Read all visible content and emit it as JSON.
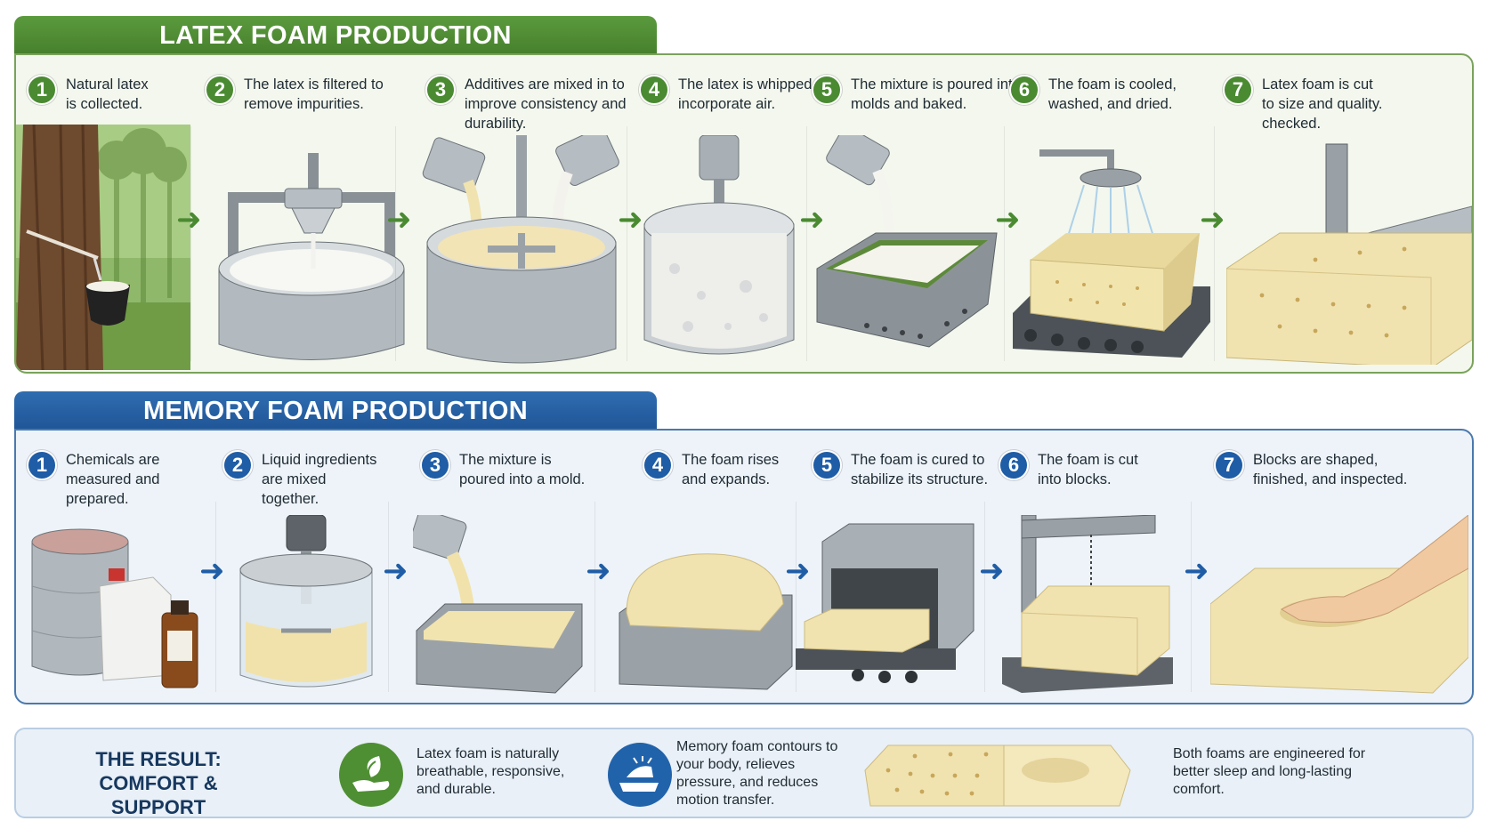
{
  "latex": {
    "title": "LATEX FOAM PRODUCTION",
    "steps": [
      {
        "num": "1",
        "text": "Natural latex is collected."
      },
      {
        "num": "2",
        "text": "The latex is filtered to remove impurities."
      },
      {
        "num": "3",
        "text": "Additives are mixed in to improve consistency and durability."
      },
      {
        "num": "4",
        "text": "The latex is whipped to incorporate air."
      },
      {
        "num": "5",
        "text": "The mixture is poured into molds and baked."
      },
      {
        "num": "6",
        "text": "The foam is cooled, washed, and dried."
      },
      {
        "num": "7",
        "text": "Latex foam is cut to size and quality. checked."
      }
    ]
  },
  "memory": {
    "title": "MEMORY FOAM PRODUCTION",
    "steps": [
      {
        "num": "1",
        "text": "Chemicals are measured and prepared."
      },
      {
        "num": "2",
        "text": "Liquid ingredients are mixed together."
      },
      {
        "num": "3",
        "text": "The mixture is poured into a mold."
      },
      {
        "num": "4",
        "text": "The foam rises and expands."
      },
      {
        "num": "5",
        "text": "The foam is cured to stabilize its structure."
      },
      {
        "num": "6",
        "text": "The foam is cut into blocks."
      },
      {
        "num": "7",
        "text": "Blocks are shaped, finished, and inspected."
      }
    ]
  },
  "result": {
    "title_line1": "THE RESULT:",
    "title_line2": "COMFORT & SUPPORT",
    "latex_text": "Latex foam is naturally breathable, responsive, and durable.",
    "memory_text": "Memory foam contours to your body, relieves pressure, and reduces motion transfer.",
    "both_text": "Both foams are engineered for better sleep and long-lasting comfort."
  },
  "colors": {
    "latex_accent": "#4a8a31",
    "memory_accent": "#1f5da6",
    "foam": "#f3e7b8"
  },
  "icons": {
    "arrow": "right-arrow-icon",
    "latex_result": "leaf-hand-icon",
    "memory_result": "hand-press-icon"
  }
}
